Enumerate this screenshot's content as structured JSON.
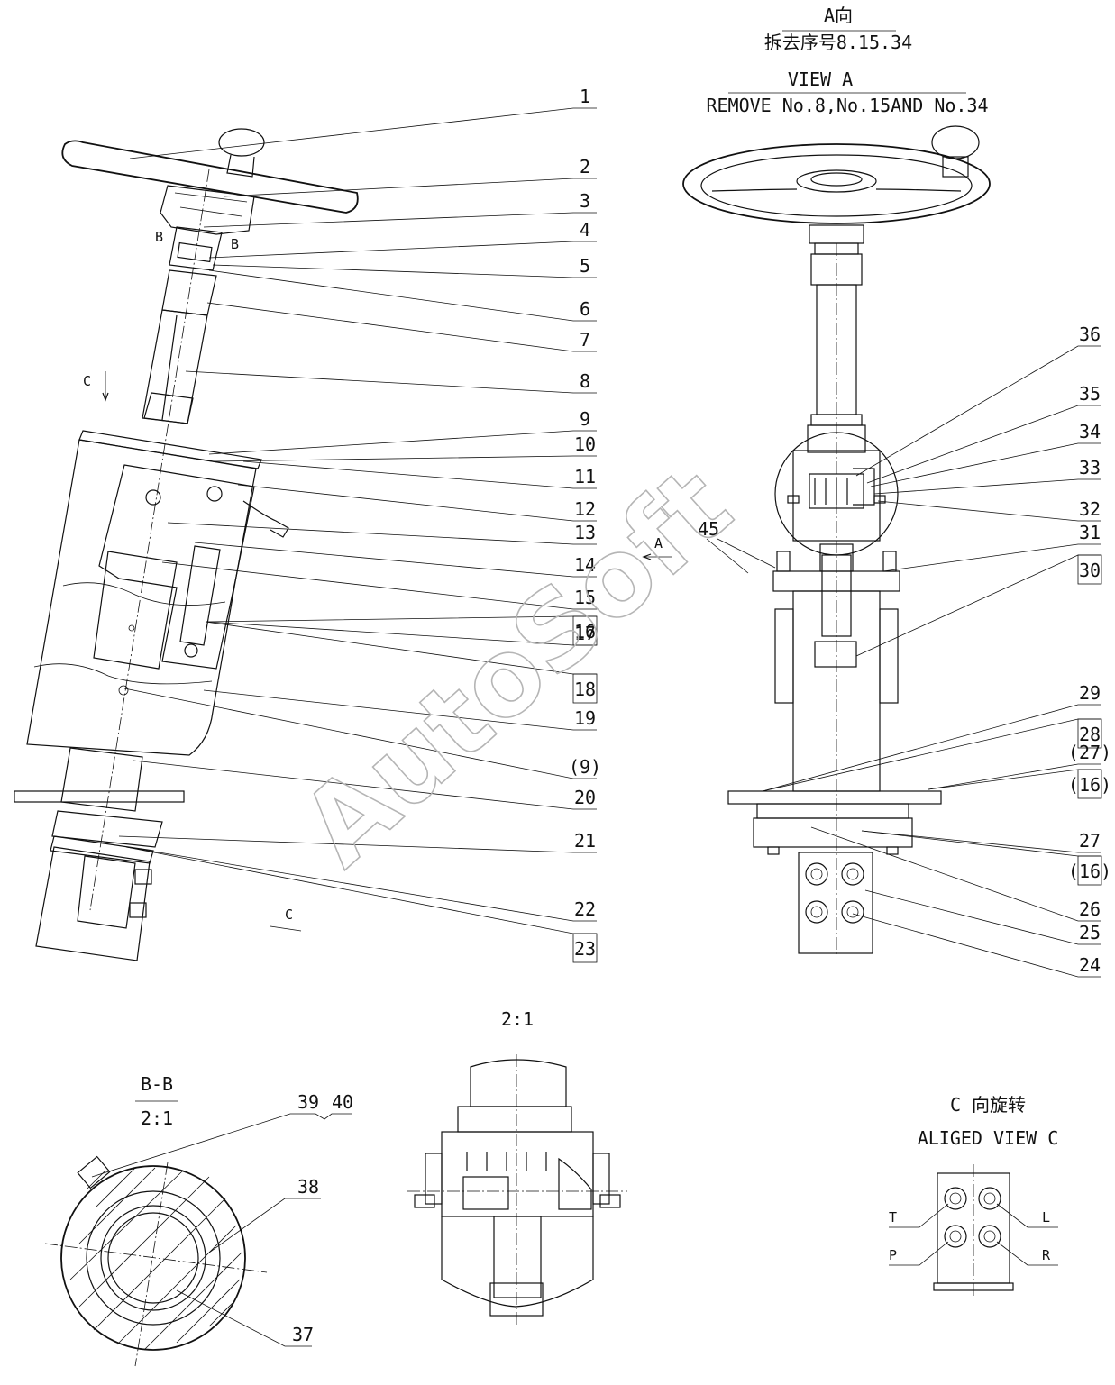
{
  "titles": {
    "view_a_cn": "A向",
    "view_a_cn_sub": "拆去序号8.15.34",
    "view_a_en": "VIEW A",
    "view_a_en_sub": "REMOVE No.8,No.15AND No.34",
    "detail_scale": "2:1",
    "section_bb": "B-B",
    "section_bb_scale": "2:1",
    "view_c_cn": "C 向旋转",
    "view_c_en": "ALIGED VIEW C"
  },
  "small_labels": {
    "b_left": "B",
    "b_right": "B",
    "c_top": "C",
    "c_bottom": "C",
    "a_arrow": "A",
    "port_t": "T",
    "port_l": "L",
    "port_p": "P",
    "port_r": "R"
  },
  "callouts_left": [
    "1",
    "2",
    "3",
    "4",
    "5",
    "6",
    "7",
    "8",
    "9",
    "10",
    "11",
    "12",
    "13",
    "14",
    "15",
    "16",
    "17",
    "18",
    "19",
    "(9)",
    "20",
    "21",
    "22",
    "23"
  ],
  "callouts_right": [
    "36",
    "35",
    "34",
    "33",
    "32",
    "31",
    "30",
    "29",
    "28",
    "(27)",
    "(16)",
    "27",
    "(16)",
    "26",
    "25",
    "24"
  ],
  "callout_45": "45",
  "callouts_bb": {
    "c39": "39",
    "c40": "40",
    "c38": "38",
    "c37": "37"
  },
  "watermark": "AutoSoft"
}
